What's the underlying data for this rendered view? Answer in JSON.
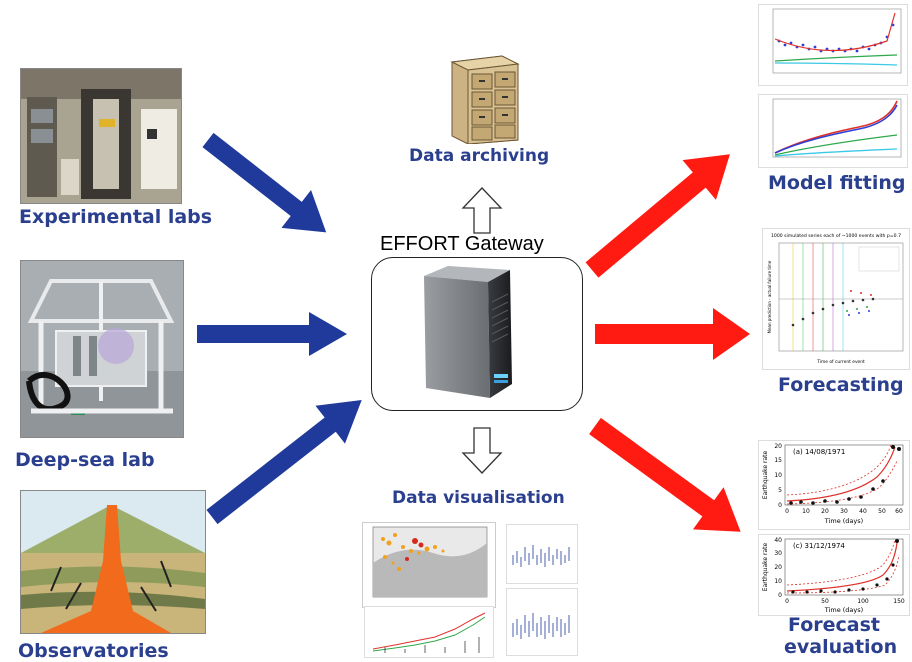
{
  "gateway": {
    "title": "EFFORT Gateway"
  },
  "center": {
    "archiving_label": "Data archiving",
    "visualisation_label": "Data visualisation"
  },
  "sources": {
    "labs_label": "Experimental labs",
    "deepsea_label": "Deep-sea lab",
    "observatories_label": "Observatories"
  },
  "outputs": {
    "model_fitting_label": "Model fitting",
    "forecasting_label": "Forecasting",
    "forecast_eval_label_1": "Forecast",
    "forecast_eval_label_2": "evaluation"
  },
  "forecasting_plot": {
    "title": "1000 simulated series each of ~1000 events with p=0.7",
    "xlabel": "Time of current event",
    "ylabel": "Mean prediction - actual failure time"
  },
  "eval_plot_1": {
    "panel_label": "(a) 14/08/1971",
    "ylabel": "Earthquake rate",
    "xlabel": "Time (days)",
    "yticks": [
      "0",
      "5",
      "10",
      "15",
      "20"
    ],
    "xticks": [
      "0",
      "10",
      "20",
      "30",
      "40",
      "50",
      "60"
    ]
  },
  "eval_plot_2": {
    "panel_label": "(c) 31/12/1974",
    "ylabel": "Earthquake rate",
    "xlabel": "Time (days)",
    "yticks": [
      "0",
      "10",
      "20",
      "30",
      "40"
    ],
    "xticks": [
      "0",
      "50",
      "100",
      "150"
    ]
  },
  "colors": {
    "blue_arrow": "#1f3a9a",
    "red_arrow": "#ff1a12",
    "label_text": "#2b3f8f"
  }
}
